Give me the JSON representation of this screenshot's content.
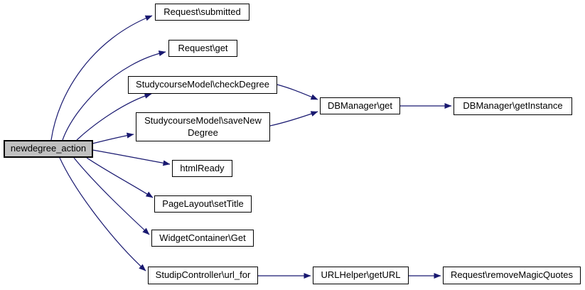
{
  "diagram": {
    "type": "doxygen-call-graph",
    "colors": {
      "background": "#ffffff",
      "edge": "#191970",
      "node_border": "#000000",
      "node_fill": "#ffffff",
      "highlight_node_fill": "#c0c0c0",
      "text": "#000000"
    },
    "nodes": [
      {
        "label": "newdegree_action",
        "highlighted": true
      },
      {
        "label": "Request\\submitted",
        "highlighted": false
      },
      {
        "label": "Request\\get",
        "highlighted": false
      },
      {
        "label": "StudycourseModel\\checkDegree",
        "highlighted": false
      },
      {
        "label": "StudycourseModel\\saveNew\nDegree",
        "highlighted": false
      },
      {
        "label": "htmlReady",
        "highlighted": false
      },
      {
        "label": "PageLayout\\setTitle",
        "highlighted": false
      },
      {
        "label": "WidgetContainer\\Get",
        "highlighted": false
      },
      {
        "label": "StudipController\\url_for",
        "highlighted": false
      },
      {
        "label": "DBManager\\get",
        "highlighted": false
      },
      {
        "label": "DBManager\\getInstance",
        "highlighted": false
      },
      {
        "label": "URLHelper\\getURL",
        "highlighted": false
      },
      {
        "label": "Request\\removeMagicQuotes",
        "highlighted": false
      }
    ],
    "edges": [
      {
        "from": "newdegree_action",
        "to": "Request\\submitted"
      },
      {
        "from": "newdegree_action",
        "to": "Request\\get"
      },
      {
        "from": "newdegree_action",
        "to": "StudycourseModel\\checkDegree"
      },
      {
        "from": "newdegree_action",
        "to": "StudycourseModel\\saveNewDegree"
      },
      {
        "from": "newdegree_action",
        "to": "htmlReady"
      },
      {
        "from": "newdegree_action",
        "to": "PageLayout\\setTitle"
      },
      {
        "from": "newdegree_action",
        "to": "WidgetContainer\\Get"
      },
      {
        "from": "newdegree_action",
        "to": "StudipController\\url_for"
      },
      {
        "from": "StudycourseModel\\checkDegree",
        "to": "DBManager\\get"
      },
      {
        "from": "StudycourseModel\\saveNewDegree",
        "to": "DBManager\\get"
      },
      {
        "from": "DBManager\\get",
        "to": "DBManager\\getInstance"
      },
      {
        "from": "StudipController\\url_for",
        "to": "URLHelper\\getURL"
      },
      {
        "from": "URLHelper\\getURL",
        "to": "Request\\removeMagicQuotes"
      }
    ]
  }
}
